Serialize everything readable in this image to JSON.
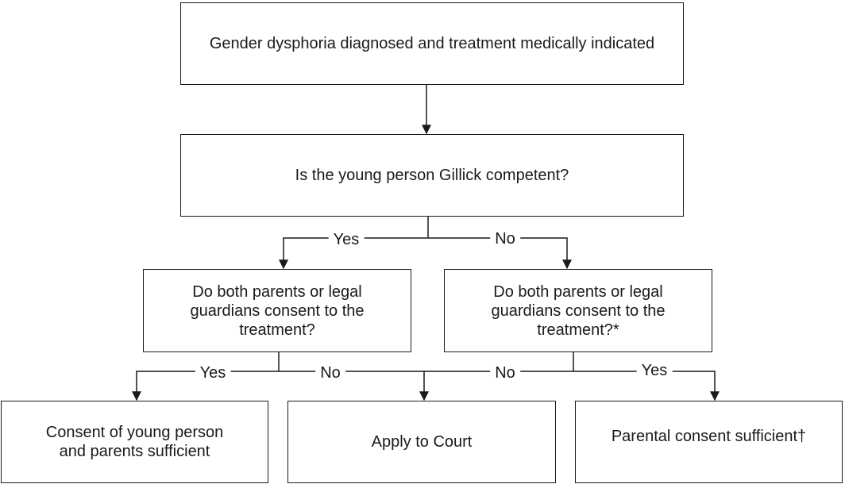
{
  "nodes": {
    "diagnosis": "Gender dysphoria diagnosed and treatment medically indicated",
    "gillick": "Is the young person Gillick competent?",
    "consent_left": "Do both parents or legal guardians consent to the treatment?",
    "consent_right": "Do both parents or legal guardians consent to the treatment?*",
    "outcome_both": "Consent of young person and parents sufficient",
    "outcome_court": "Apply to Court",
    "outcome_parental": "Parental consent sufficient†"
  },
  "edge_labels": {
    "gillick_yes": "Yes",
    "gillick_no": "No",
    "left_yes": "Yes",
    "left_no": "No",
    "right_no": "No",
    "right_yes": "Yes"
  }
}
